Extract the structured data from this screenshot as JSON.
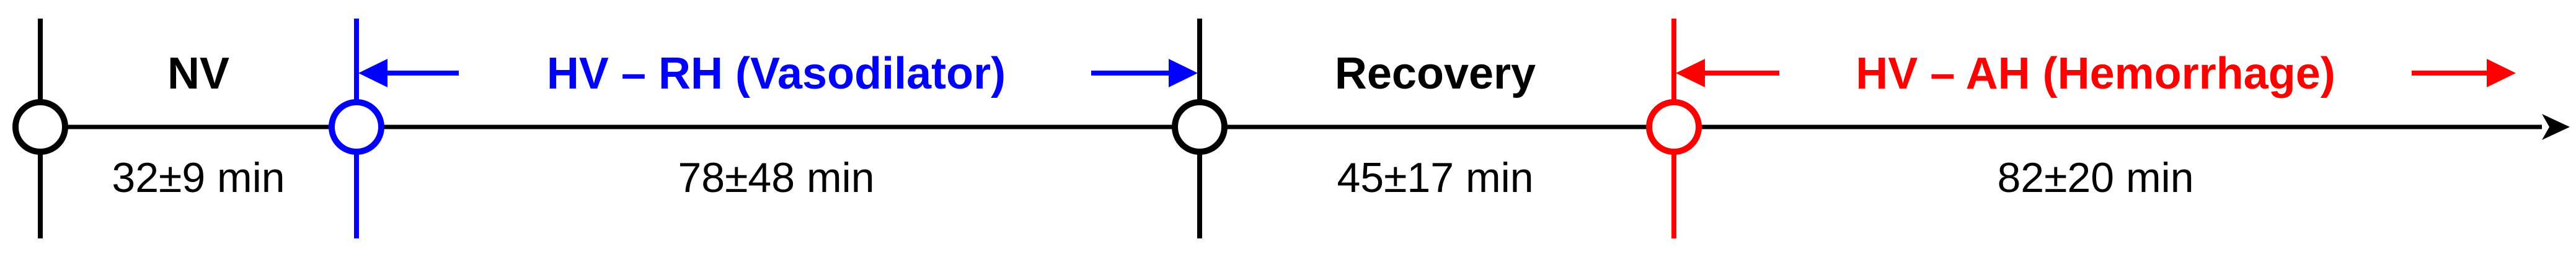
{
  "colors": {
    "black": "#000000",
    "blue": "#0000ff",
    "red": "#ff0000"
  },
  "phases": [
    {
      "label": "NV",
      "color": "#000000"
    },
    {
      "label": "HV – RH (Vasodilator)",
      "color": "#0000ff"
    },
    {
      "label": "Recovery",
      "color": "#000000"
    },
    {
      "label": "HV – AH (Hemorrhage)",
      "color": "#ff0000"
    }
  ],
  "durations": [
    {
      "label": "32±9 min"
    },
    {
      "label": "78±48 min"
    },
    {
      "label": "45±17 min"
    },
    {
      "label": "82±20 min"
    }
  ]
}
